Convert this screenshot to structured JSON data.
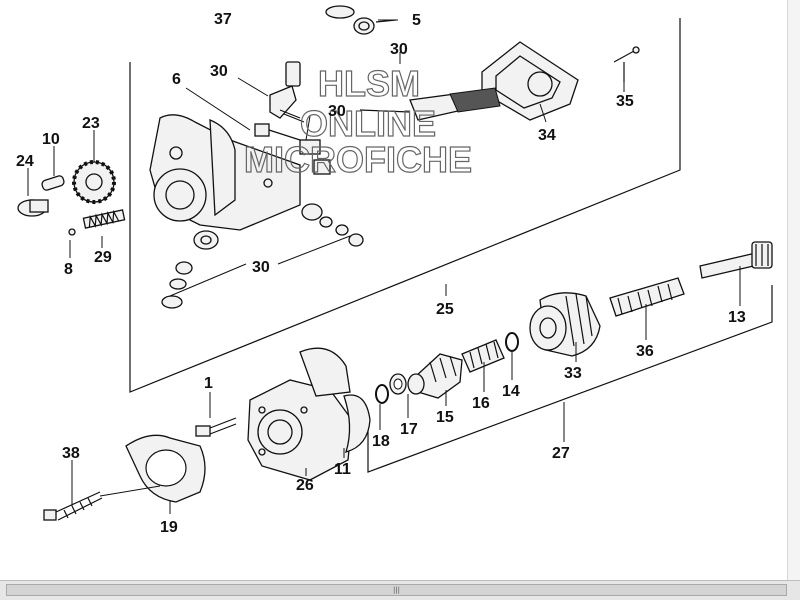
{
  "watermark": {
    "line1": "HLSM",
    "line2": "ONLINE",
    "line3": "MICROFICHE"
  },
  "labels": {
    "l37": "37",
    "l5": "5",
    "l30a": "30",
    "l30b": "30",
    "l6": "6",
    "l30c": "30",
    "l35": "35",
    "l34": "34",
    "l23": "23",
    "l10": "10",
    "l24": "24",
    "l29": "29",
    "l8": "8",
    "l30d": "30",
    "l25": "25",
    "l13": "13",
    "l36": "36",
    "l33": "33",
    "l1": "1",
    "l14": "14",
    "l16": "16",
    "l15": "15",
    "l17": "17",
    "l18": "18",
    "l11": "11",
    "l27": "27",
    "l38": "38",
    "l26": "26",
    "l19": "19"
  },
  "scrollbar": {
    "grip": "|||"
  }
}
